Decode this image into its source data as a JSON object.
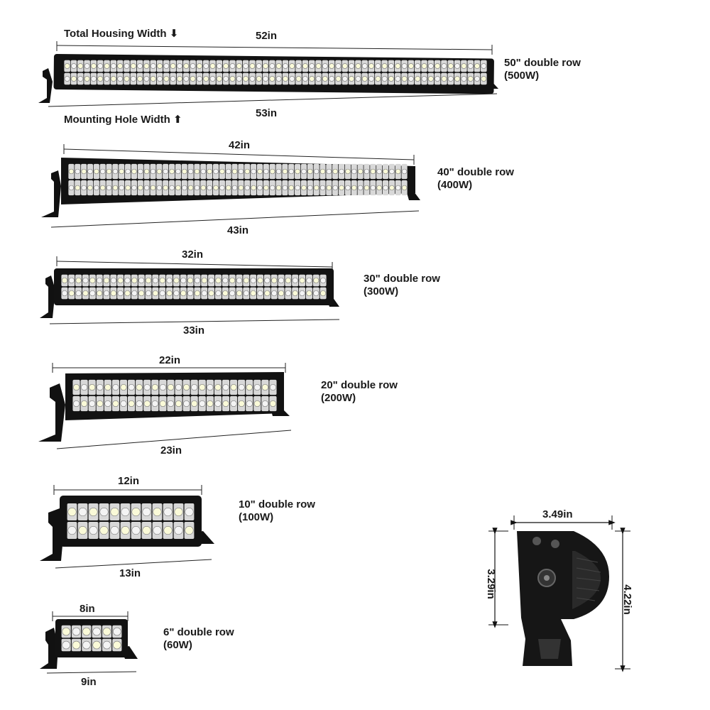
{
  "header": {
    "housing_label": "Total Housing Width ⬇",
    "mount_label": "Mounting Hole Width ⬆"
  },
  "bars": [
    {
      "id": "b50",
      "housing": "52in",
      "mount": "53in",
      "title": "50\" double row",
      "power": "(500W)",
      "led_cols": 64
    },
    {
      "id": "b40",
      "housing": "42in",
      "mount": "43in",
      "title": "40\" double row",
      "power": "(400W)",
      "led_cols": 54
    },
    {
      "id": "b30",
      "housing": "32in",
      "mount": "33in",
      "title": "30\" double row",
      "power": "(300W)",
      "led_cols": 38
    },
    {
      "id": "b20",
      "housing": "22in",
      "mount": "23in",
      "title": "20\" double row",
      "power": "(200W)",
      "led_cols": 26
    },
    {
      "id": "b10",
      "housing": "12in",
      "mount": "13in",
      "title": "10\" double row",
      "power": "(100W)",
      "led_cols": 12
    },
    {
      "id": "b6",
      "housing": "8in",
      "mount": "9in",
      "title": "6\" double row",
      "power": "(60W)",
      "led_cols": 6
    }
  ],
  "side_view": {
    "width": "3.49in",
    "inner_height": "3.29in",
    "total_height": "4.22in"
  },
  "colors": {
    "housing": "#121212",
    "led_cup": "#d8d8d8",
    "text": "#1a1a1a"
  }
}
